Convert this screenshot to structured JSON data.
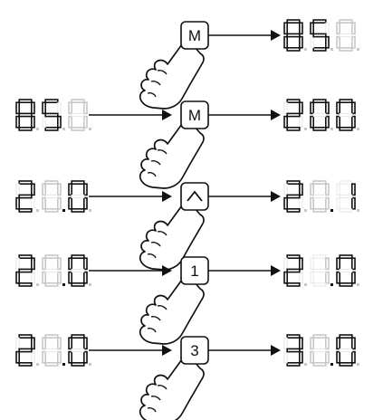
{
  "steps": [
    {
      "input": null,
      "input_dp": 0,
      "key": "M",
      "output": "850",
      "output_dp": 0
    },
    {
      "input": "850",
      "input_dp": 0,
      "key": "M",
      "output": "200",
      "output_dp": 0
    },
    {
      "input": "200",
      "input_dp": 2,
      "key": "^",
      "output": "201",
      "output_dp": 2
    },
    {
      "input": "200",
      "input_dp": 2,
      "key": "1",
      "output": "210",
      "output_dp": 2
    },
    {
      "input": "200",
      "input_dp": 2,
      "key": "3",
      "output": "300",
      "output_dp": 2
    }
  ],
  "dim_digits": [
    {
      "step": 0,
      "side": "output",
      "pos": 2
    },
    {
      "step": 1,
      "side": "input",
      "pos": 2
    },
    {
      "step": 2,
      "side": "input",
      "pos": 1
    },
    {
      "step": 2,
      "side": "output",
      "pos": 1
    },
    {
      "step": 3,
      "side": "input",
      "pos": 1
    },
    {
      "step": 3,
      "side": "output",
      "pos": 1
    },
    {
      "step": 4,
      "side": "input",
      "pos": 1
    },
    {
      "step": 4,
      "side": "output",
      "pos": 1
    }
  ],
  "colors": {
    "line": "#111111",
    "dim": "#c8c8c8",
    "bg": "#ffffff"
  }
}
